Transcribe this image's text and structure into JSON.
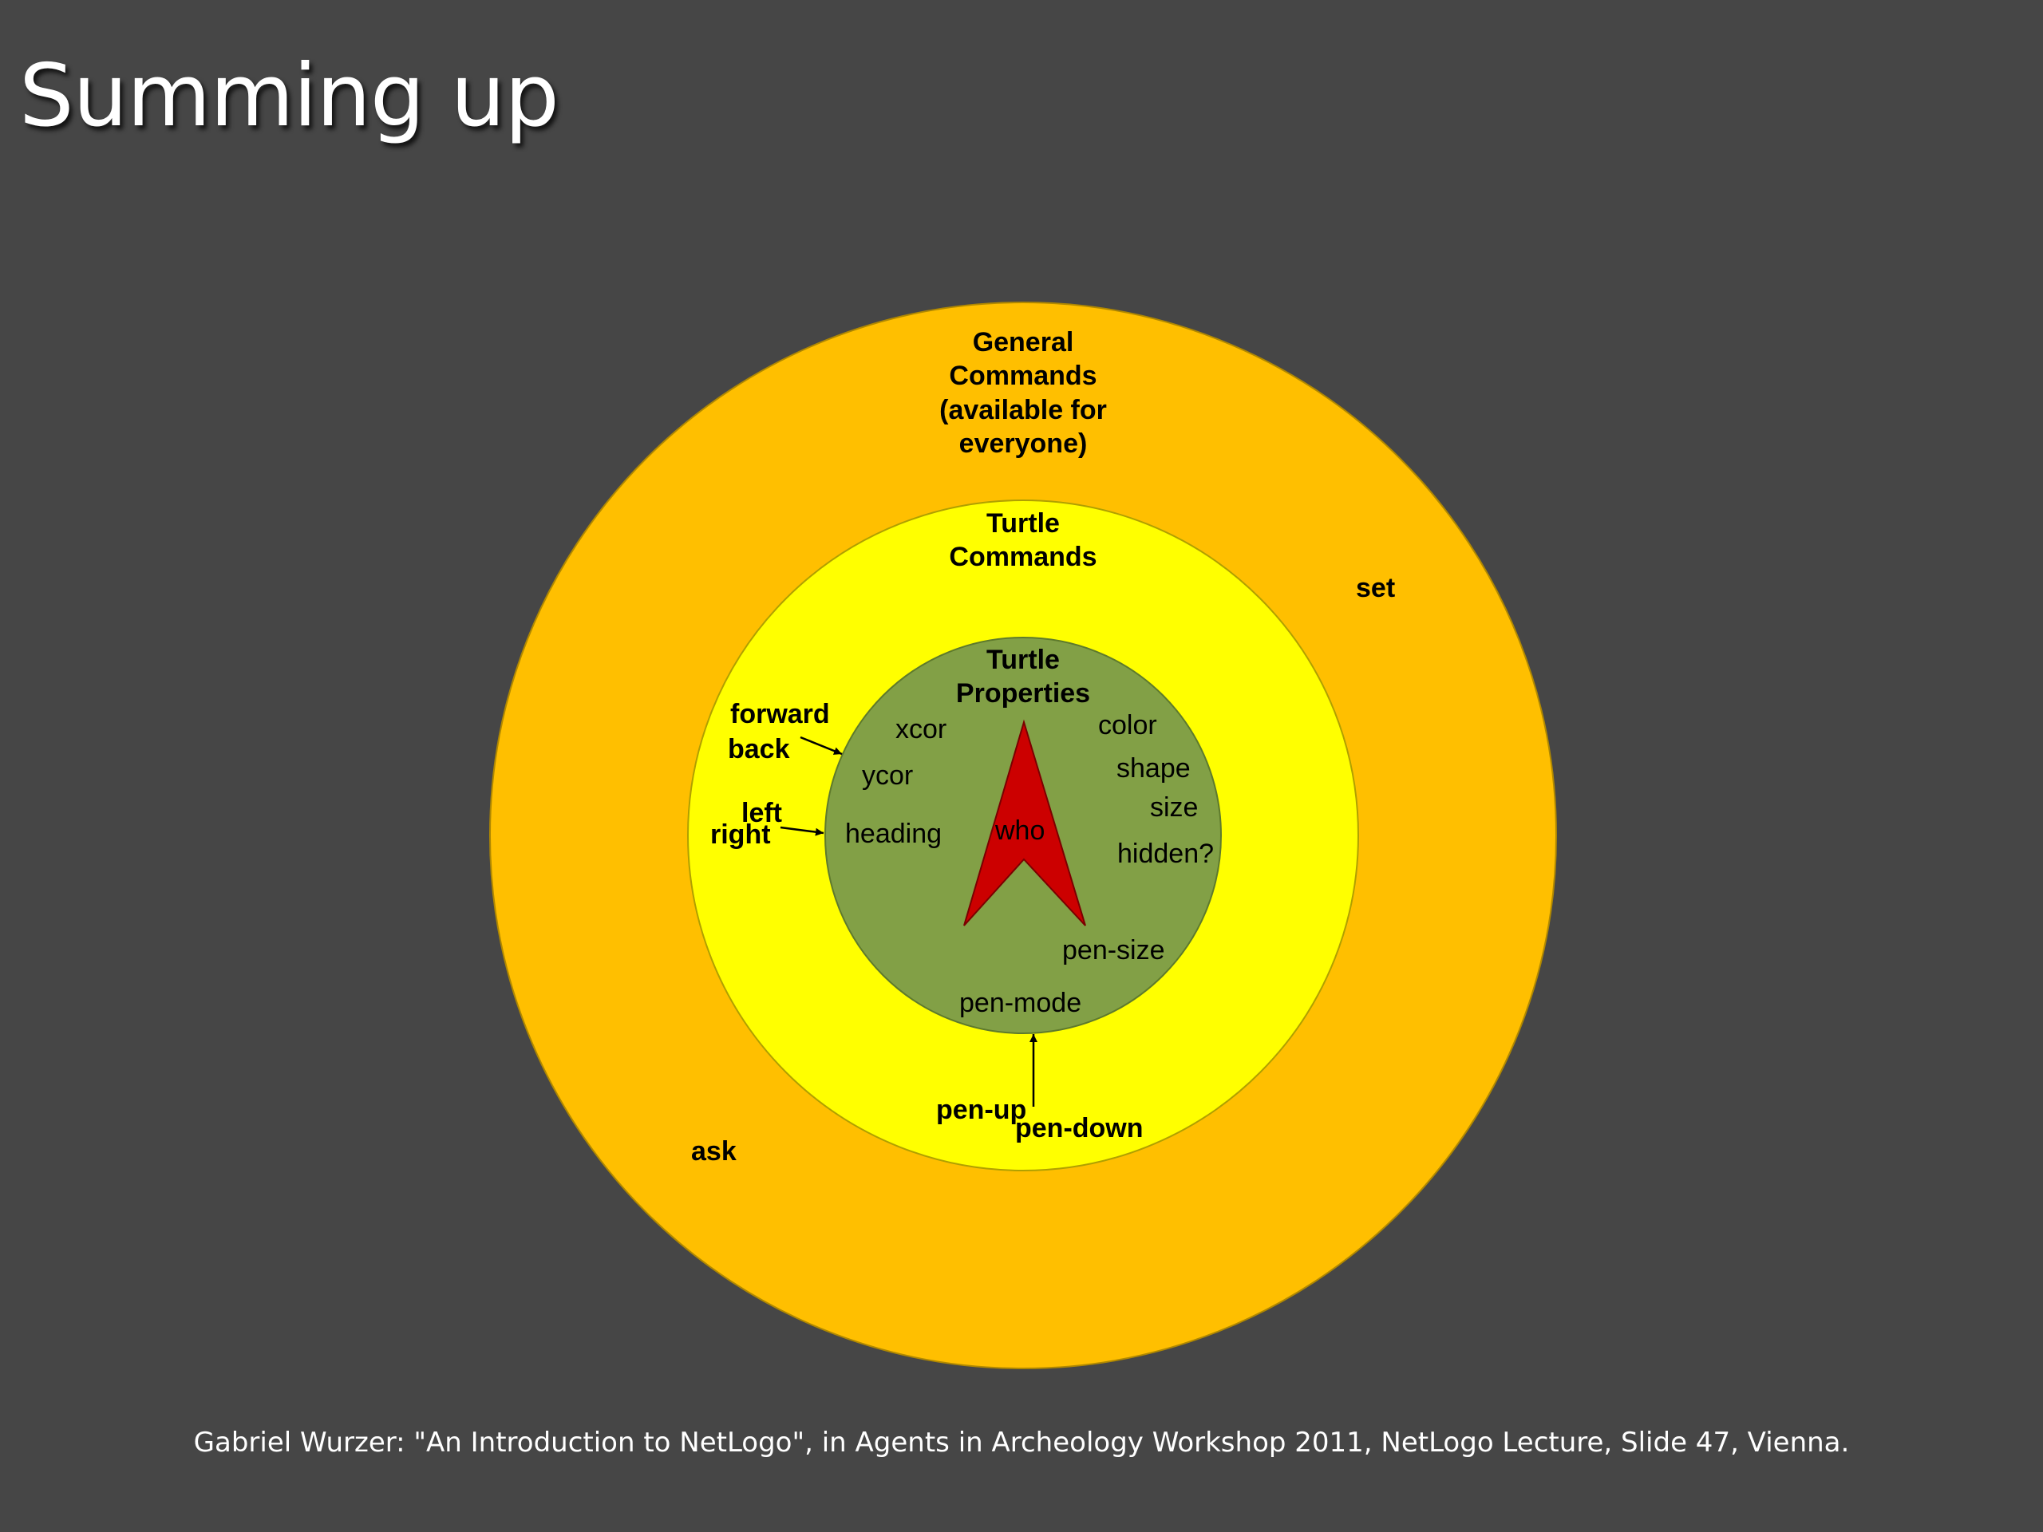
{
  "title": "Summing up",
  "colors": {
    "background": "#464646",
    "outer_circle": "#ffbf00",
    "middle_circle": "#ffff00",
    "inner_circle": "#82a046",
    "turtle": "#cc0000"
  },
  "outer": {
    "heading": [
      "General",
      "Commands",
      "(available for",
      "everyone)"
    ],
    "set": "set",
    "ask": "ask"
  },
  "middle": {
    "heading": [
      "Turtle",
      "Commands"
    ],
    "forward": "forward",
    "back": "back",
    "left": "left",
    "right": "right",
    "pen_up": "pen-up",
    "pen_down": "pen-down"
  },
  "inner": {
    "heading": [
      "Turtle",
      "Properties"
    ],
    "properties": {
      "xcor": "xcor",
      "ycor": "ycor",
      "heading": "heading",
      "color": "color",
      "shape": "shape",
      "size": "size",
      "hidden": "hidden?",
      "pen_size": "pen-size",
      "pen_mode": "pen-mode",
      "who": "who"
    }
  },
  "turtle_icon": "arrowhead-turtle-icon",
  "caption": "Gabriel Wurzer: \"An Introduction to NetLogo\", in Agents in Archeology Workshop 2011, NetLogo Lecture, Slide 47, Vienna."
}
